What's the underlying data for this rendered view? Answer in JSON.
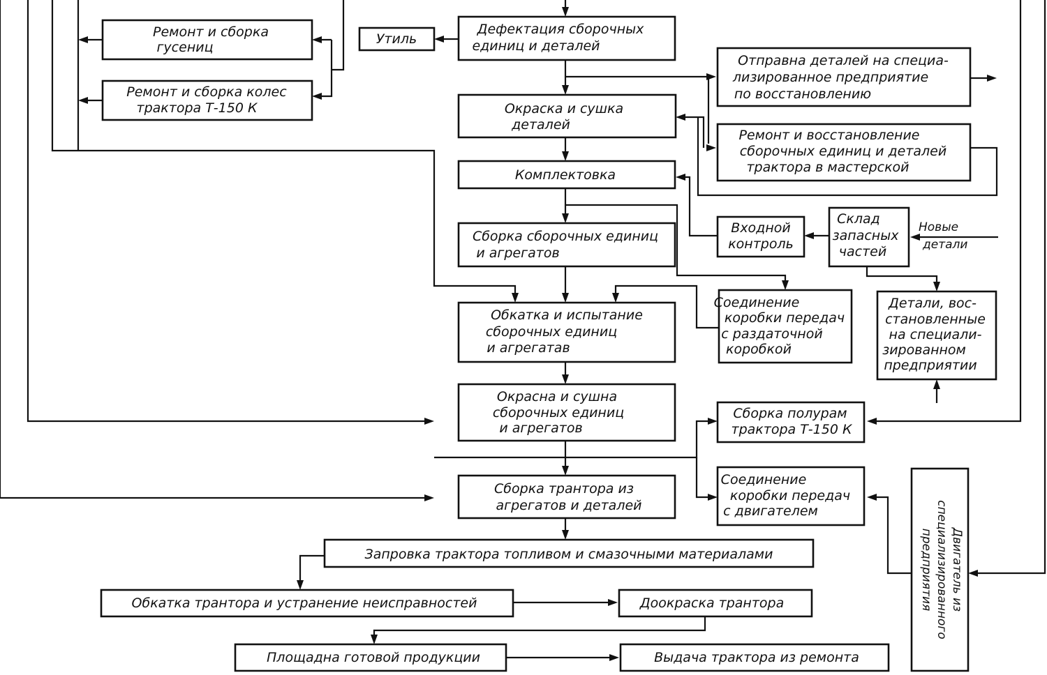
{
  "boxes": {
    "repair_tracks": [
      "Ремонт и сборка",
      "гусениц"
    ],
    "repair_wheels": [
      "Ремонт и сборка колес",
      "трактора Т-150 К"
    ],
    "scrap": [
      "Утиль"
    ],
    "defect": [
      "Дефектация сборочных",
      "единиц и деталей"
    ],
    "ship_parts": [
      "Отправна деталей на специа-",
      "лизированное предприятие",
      "по восстановлению"
    ],
    "paint_parts": [
      "Окраска и сушка",
      "деталей"
    ],
    "repair_units": [
      "Ремонт и восстановление",
      "сборочных единиц и деталей",
      "трактора в мастерской"
    ],
    "kit": [
      "Комплектовка"
    ],
    "incoming": [
      "Входной",
      "контроль"
    ],
    "warehouse": [
      "Склад",
      "запасных",
      "частей"
    ],
    "new_parts": [
      "Новые",
      "детали"
    ],
    "assembly_units": [
      "Сборка сборочных единиц",
      "и агрегатов"
    ],
    "run_in_units": [
      "Обкатка и испытание",
      "сборочных единиц",
      "и агрегатав"
    ],
    "gearbox_transfer": [
      "Соединение",
      "коробки передач",
      "с раздаточной",
      "коробкой"
    ],
    "restored_parts": [
      "Детали, вос-",
      "становленные",
      "на специали-",
      "зированном",
      "предприятии"
    ],
    "paint_units": [
      "Окрасна и сушна",
      "сборочных единиц",
      "и агрегатов"
    ],
    "half_frames": [
      "Сборка полурам",
      "трактора Т-150 К"
    ],
    "assembly_tractor": [
      "Сборка трантора из",
      "агрегатов и деталей"
    ],
    "gearbox_engine": [
      "Соединение",
      "коробки передач",
      "с двигателем"
    ],
    "engine": [
      "Двигатель из",
      "специализированного",
      "предприятия"
    ],
    "fueling": [
      "Запровка трактора топливом и смазочными материалами"
    ],
    "run_in_tractor": [
      "Обкатка трантора и устранение неисправностей"
    ],
    "repaint": [
      "Доокраска трантора"
    ],
    "storage": [
      "Площадна готовой продукции"
    ],
    "release": [
      "Выдача трактора из ремонта"
    ]
  }
}
